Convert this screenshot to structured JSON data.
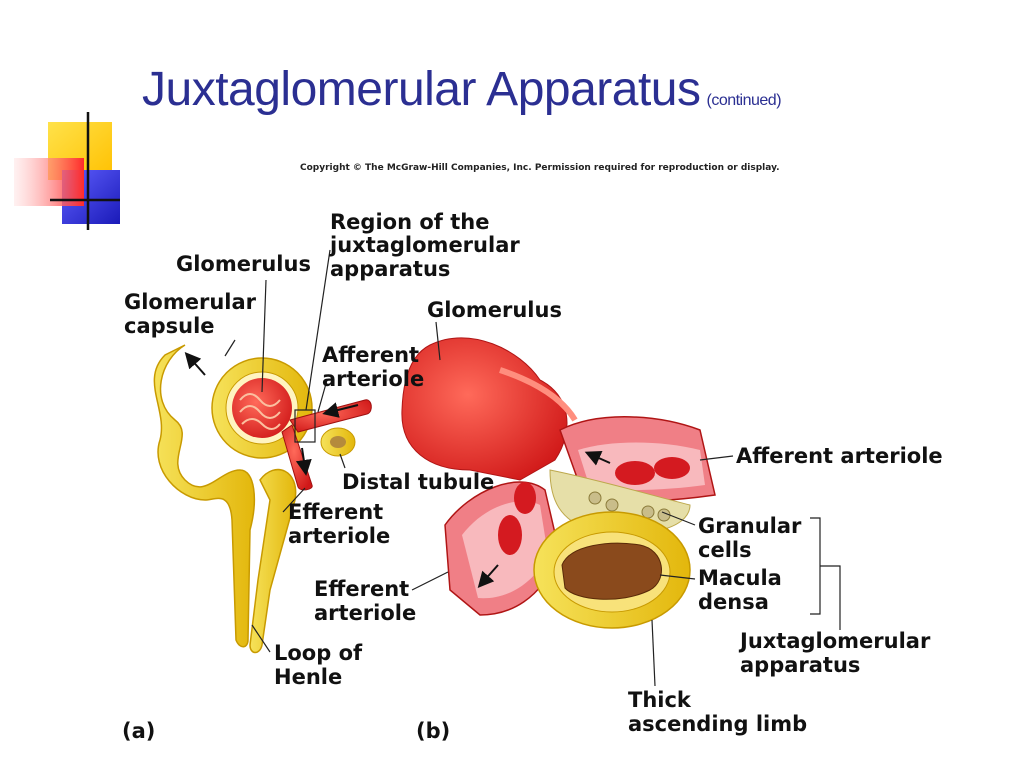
{
  "title": "Juxtaglomerular Apparatus",
  "title_suffix": "(continued)",
  "copyright": "Copyright © The McGraw-Hill Companies, Inc. Permission required for reproduction or display.",
  "panel_a": {
    "tag": "(a)",
    "labels": {
      "region_1": "Region of the",
      "region_2": "juxtaglomerular",
      "region_3": "apparatus",
      "glomerulus": "Glomerulus",
      "capsule_1": "Glomerular",
      "capsule_2": "capsule",
      "afferent_1": "Afferent",
      "afferent_2": "arteriole",
      "distal": "Distal tubule",
      "efferent_1": "Efferent",
      "efferent_2": "arteriole",
      "loop_1": "Loop of",
      "loop_2": "Henle"
    }
  },
  "panel_b": {
    "tag": "(b)",
    "labels": {
      "glomerulus": "Glomerulus",
      "afferent": "Afferent arteriole",
      "granular_1": "Granular",
      "granular_2": "cells",
      "macula_1": "Macula",
      "macula_2": "densa",
      "jga_1": "Juxtaglomerular",
      "jga_2": "apparatus",
      "efferent_1": "Efferent",
      "efferent_2": "arteriole",
      "thick_1": "Thick",
      "thick_2": "ascending limb"
    }
  },
  "colors": {
    "title": "#2b2f92",
    "vessel": "#e8202a",
    "tubule": "#f2cf1b",
    "deco_yellow": "#ffd700",
    "deco_blue": "#2f2fd0",
    "deco_red": "#ff4b4b"
  }
}
